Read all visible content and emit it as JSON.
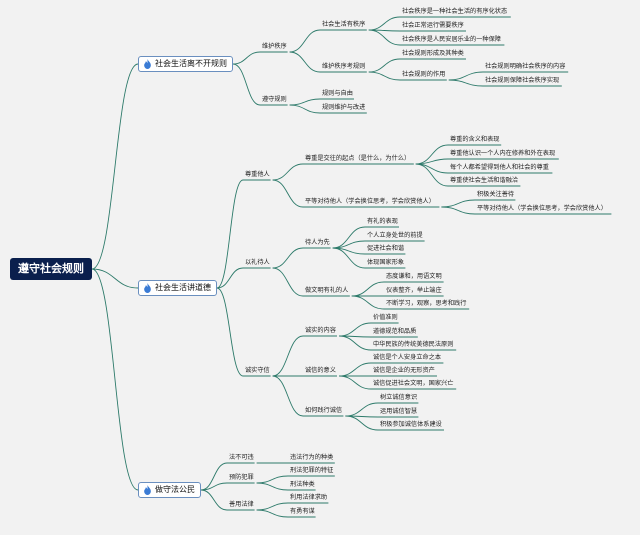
{
  "root": "遵守社会规则",
  "colors": {
    "edge": "#2d7a6a",
    "root_bg": "#0a1f4d",
    "icon": "#3a7bd5",
    "bg": "#f2f2f2"
  },
  "icon_name": "flame-icon",
  "branches": [
    {
      "label": "社会生活离不开规则",
      "children": [
        {
          "label": "维护秩序",
          "children": [
            {
              "label": "社会生活有秩序",
              "children": [
                {
                  "label": "社会秩序是一种社会生活的有序化状态"
                },
                {
                  "label": "社会正常运行需要秩序"
                },
                {
                  "label": "社会秩序是人民安居乐业的一种保障"
                }
              ]
            },
            {
              "label": "维护秩序考规则",
              "children": [
                {
                  "label": "社会规则形成及其种类"
                },
                {
                  "label": "社会规则的作用",
                  "children": [
                    {
                      "label": "社会规则明确社会秩序的内容"
                    },
                    {
                      "label": "社会规则保障社会秩序实现"
                    }
                  ]
                }
              ]
            }
          ]
        },
        {
          "label": "遵守规则",
          "children": [
            {
              "label": "规则与自由"
            },
            {
              "label": "规则维护与改进"
            }
          ]
        }
      ]
    },
    {
      "label": "社会生活讲道德",
      "children": [
        {
          "label": "尊重他人",
          "children": [
            {
              "label": "尊重是交往的起点（是什么，为什么）",
              "children": [
                {
                  "label": "尊重的含义和表现"
                },
                {
                  "label": "尊重他认识一个人内在修养和外在表现"
                },
                {
                  "label": "每个人都希望得到他人和社会的尊重"
                },
                {
                  "label": "尊重使社会生活和谐融洽"
                }
              ]
            },
            {
              "label": "平等对待他人（学会换位思考，学会欣赏他人）",
              "children": [
                {
                  "label": "积极关注善待"
                },
                {
                  "label": "平等对待他人（学会换位思考，学会欣赏他人）"
                }
              ]
            }
          ]
        },
        {
          "label": "以礼待人",
          "children": [
            {
              "label": "待人为先",
              "children": [
                {
                  "label": "有礼的表现"
                },
                {
                  "label": "个人立身处世的前提"
                },
                {
                  "label": "促进社会和谐"
                },
                {
                  "label": "体现国家形象"
                }
              ]
            },
            {
              "label": "做文明有礼的人",
              "children": [
                {
                  "label": "态度谦和，用语文明"
                },
                {
                  "label": "仪表整齐，举止端庄"
                },
                {
                  "label": "不断学习，观察，思考和践行"
                }
              ]
            }
          ]
        },
        {
          "label": "诚实守信",
          "children": [
            {
              "label": "诚实的内容",
              "children": [
                {
                  "label": "价值准则"
                },
                {
                  "label": "道德规范和品质"
                },
                {
                  "label": "中华民族的传统美德民法原则"
                }
              ]
            },
            {
              "label": "诚信的意义",
              "children": [
                {
                  "label": "诚信是个人安身立命之本"
                },
                {
                  "label": "诚信是企业的无形资产"
                },
                {
                  "label": "诚信促进社会文明，国家兴亡"
                }
              ]
            },
            {
              "label": "如何践行诚信",
              "children": [
                {
                  "label": "树立诚信意识"
                },
                {
                  "label": "运用诚信智慧"
                },
                {
                  "label": "积极参加诚信体系建设"
                }
              ]
            }
          ]
        }
      ]
    },
    {
      "label": "做守法公民",
      "children": [
        {
          "label": "法不可违",
          "children": [
            {
              "label": "违法行为的种类"
            }
          ]
        },
        {
          "label": "预防犯罪",
          "children": [
            {
              "label": "刑法犯罪的特征"
            },
            {
              "label": "刑法种类"
            }
          ]
        },
        {
          "label": "善用法律",
          "children": [
            {
              "label": "利用法律求助"
            },
            {
              "label": "有勇有谋"
            }
          ]
        }
      ]
    }
  ]
}
